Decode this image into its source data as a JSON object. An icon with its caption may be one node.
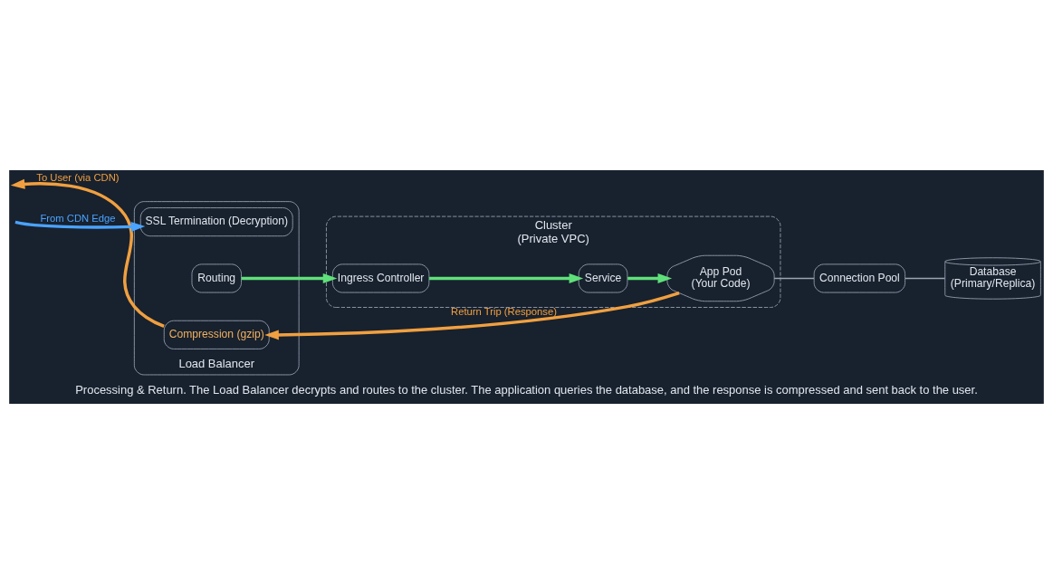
{
  "diagram": {
    "caption": "Processing & Return. The Load Balancer decrypts and routes to the cluster. The application queries the database, and the response is compressed and sent back to the user.",
    "nodes": [
      {
        "text": [
          "Load Balancer"
        ]
      },
      {
        "text": [
          "SSL Termination (Decryption)"
        ],
        "in": 0
      },
      {
        "text": [
          "Routing"
        ],
        "in": 0
      },
      {
        "text": [
          "Compression (gzip)"
        ],
        "in": 0
      },
      {
        "text": [
          "Cluster",
          "(Private VPC)"
        ]
      },
      {
        "text": [
          "Ingress Controller"
        ],
        "in": 4
      },
      {
        "text": [
          "Service"
        ],
        "in": 4
      },
      {
        "text": [
          "App Pod",
          "(Your Code)"
        ],
        "in": 4
      },
      {
        "text": [
          "Connection Pool"
        ]
      },
      {
        "text": [
          "Database",
          "(Primary/Replica)"
        ]
      }
    ],
    "edges": [
      {
        "from": null,
        "to": 1,
        "arrow": "to",
        "label": "From CDN Edge",
        "color": "#4aa3ff"
      },
      {
        "from": 2,
        "to": 5,
        "arrow": "to",
        "color": "#5fe07a"
      },
      {
        "from": 5,
        "to": 6,
        "arrow": "to",
        "color": "#5fe07a"
      },
      {
        "from": 6,
        "to": 7,
        "arrow": "to",
        "color": "#5fe07a"
      },
      {
        "from": 7,
        "to": 8,
        "arrow": "none",
        "color": "#9aa4b2"
      },
      {
        "from": 8,
        "to": 9,
        "arrow": "none",
        "color": "#9aa4b2"
      },
      {
        "from": 7,
        "to": 3,
        "arrow": "to",
        "label": "Return Trip (Response)",
        "color": "#f0a040"
      },
      {
        "from": 3,
        "to": null,
        "arrow": "to",
        "label": "To User (via CDN)",
        "color": "#f0a040"
      }
    ]
  }
}
